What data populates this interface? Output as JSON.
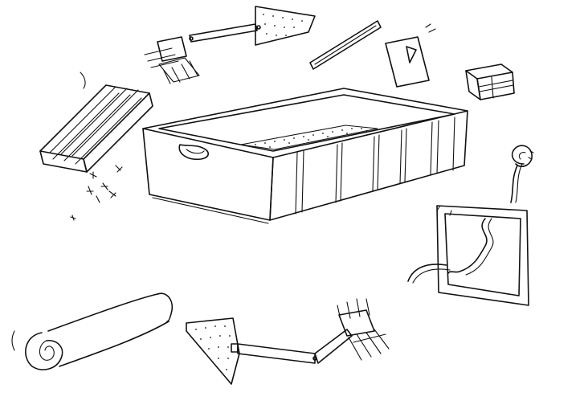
{
  "illustration": {
    "style": "black pen line sketch on white",
    "background_color": "#ffffff",
    "ink_color": "#111111",
    "parts": [
      "open-box-container",
      "slatted-pallet-panel",
      "loose-screws",
      "small-wooden-crate",
      "wooden-strip",
      "triangle-cut-board",
      "perforated-triangle-plate-top",
      "pronged-bracket-top",
      "framed-panel",
      "measuring-tape",
      "rolled-mat",
      "perforated-triangle-plate-bottom",
      "folding-bracket-arm-bottom"
    ]
  }
}
